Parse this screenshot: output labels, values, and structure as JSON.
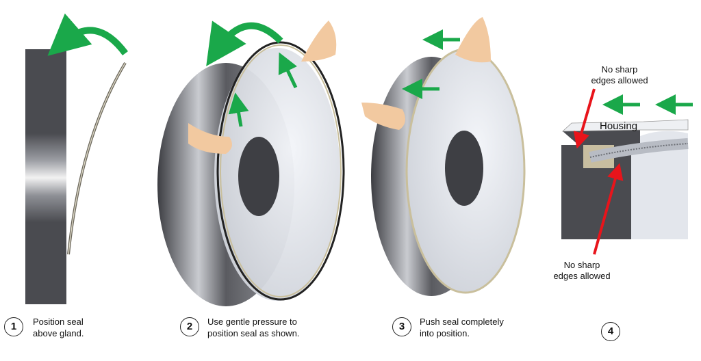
{
  "steps": [
    {
      "number": "1",
      "text_line1": "Position seal",
      "text_line2": "above gland."
    },
    {
      "number": "2",
      "text_line1": "Use gentle pressure to",
      "text_line2": "position seal as shown."
    },
    {
      "number": "3",
      "text_line1": "Push seal completely",
      "text_line2": "into position."
    },
    {
      "number": "4"
    }
  ],
  "detail": {
    "top_label_line1": "No sharp",
    "top_label_line2": "edges allowed",
    "housing_label": "Housing",
    "bottom_label_line1": "No sharp",
    "bottom_label_line2": "edges allowed"
  },
  "colors": {
    "arrow_green": "#1aa84a",
    "arrow_red": "#e8141b",
    "metal_dark": "#4a4b50",
    "face_light": "#dfe3ea"
  }
}
